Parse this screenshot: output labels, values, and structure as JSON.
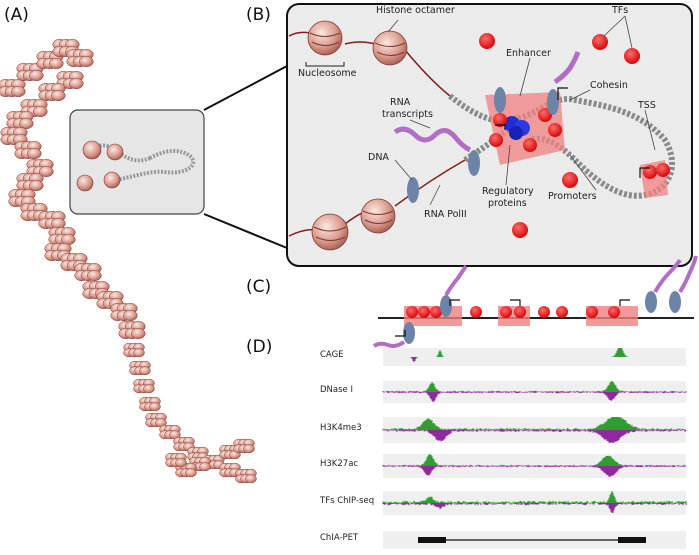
{
  "panel_labels": [
    "(A)",
    "(B)",
    "(C)",
    "(D)"
  ],
  "panel_b_labels": {
    "histone_octamer": "Histone octamer",
    "nucleosome": "Nucleosome",
    "tfs": "TFs",
    "enhancer": "Enhancer",
    "cohesin": "Cohesin",
    "rna_transcripts_line1": "RNA",
    "rna_transcripts_line2": "transcripts",
    "tss": "TSS",
    "dna": "DNA",
    "regulatory_line1": "Regulatory",
    "regulatory_line2": "proteins",
    "promoters": "Promoters",
    "rna_polii": "RNA PolII"
  },
  "tracks": [
    {
      "name": "CAGE"
    },
    {
      "name": "DNase I"
    },
    {
      "name": "H3K4me3"
    },
    {
      "name": "H3K27ac"
    },
    {
      "name": "TFs ChIP-seq"
    },
    {
      "name": "ChIA-PET"
    }
  ],
  "colors": {
    "nucleosome": "#c9857a",
    "tf": "#e41a1c",
    "enhancer_region": "#f08080",
    "polii": "#6c84a8",
    "rna": "#b06fc4",
    "signal_pos": "#2e9e2e",
    "signal_neg": "#8e2a9e",
    "regulatory": "#1f2fd6",
    "track_bg": "#efefef"
  }
}
